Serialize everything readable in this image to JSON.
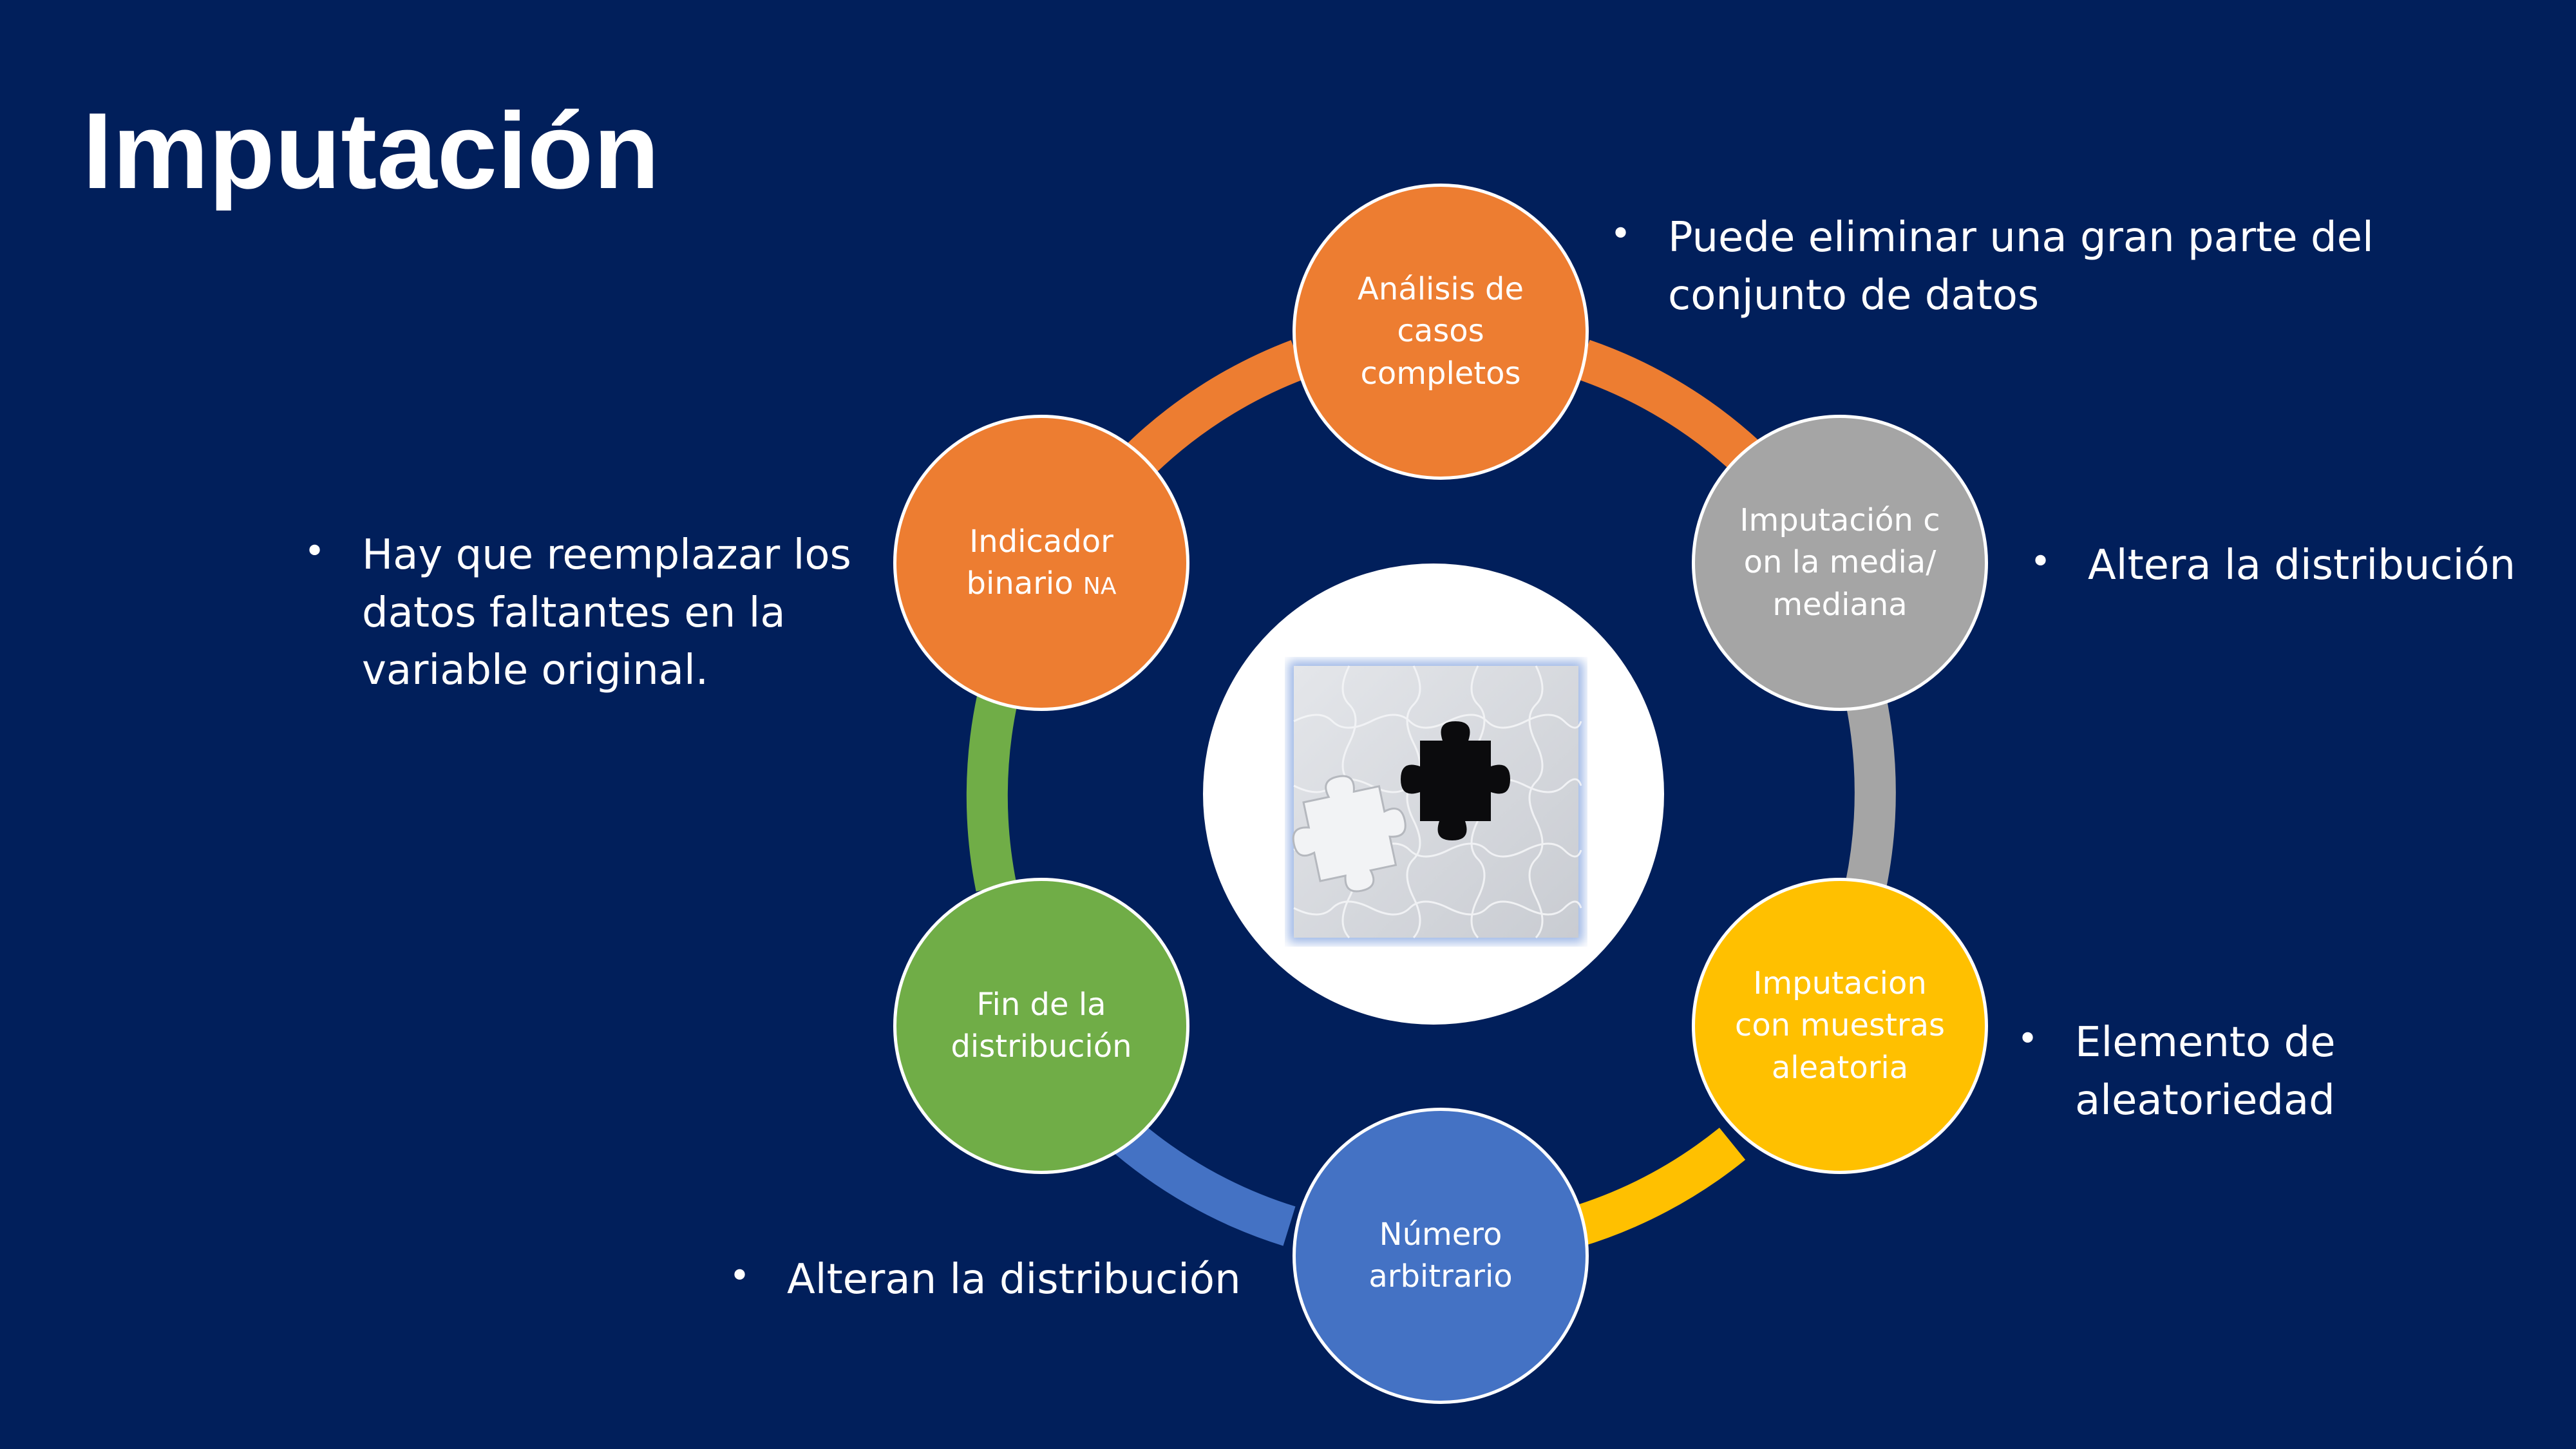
{
  "title": "Imputación",
  "nodes": {
    "complete_case": {
      "label": "Análisis de casos completos",
      "color": "#ed7d31"
    },
    "mean_median": {
      "label": "Imputación con la media/mediana",
      "color": "#a5a5a5"
    },
    "random_sample": {
      "label": "Imputacion con muestras aleatoria",
      "color": "#ffc000"
    },
    "arbitrary": {
      "label": "Número arbitrario",
      "color": "#4472c4"
    },
    "end_distribution": {
      "label": "Fin de la distribución",
      "color": "#70ad47"
    },
    "indicator": {
      "label": "Indicador binario",
      "label_small": "NA",
      "color": "#ed7d31"
    }
  },
  "notes": {
    "complete_case": "Puede eliminar una gran parte del conjunto de datos",
    "mean_median": "Altera la distribución",
    "random_sample": "Elemento de aleatoriedad",
    "arbitrary_end": "Alteran la distribución",
    "indicator": "Hay que reemplazar los datos faltantes en la variable original."
  },
  "bullet_char": "•",
  "center_image": {
    "icon": "puzzle-missing-piece-icon"
  },
  "colors": {
    "background": "#011f5b",
    "orange": "#ed7d31",
    "gray": "#a5a5a5",
    "yellow": "#ffc000",
    "blue": "#4472c4",
    "green": "#70ad47"
  }
}
